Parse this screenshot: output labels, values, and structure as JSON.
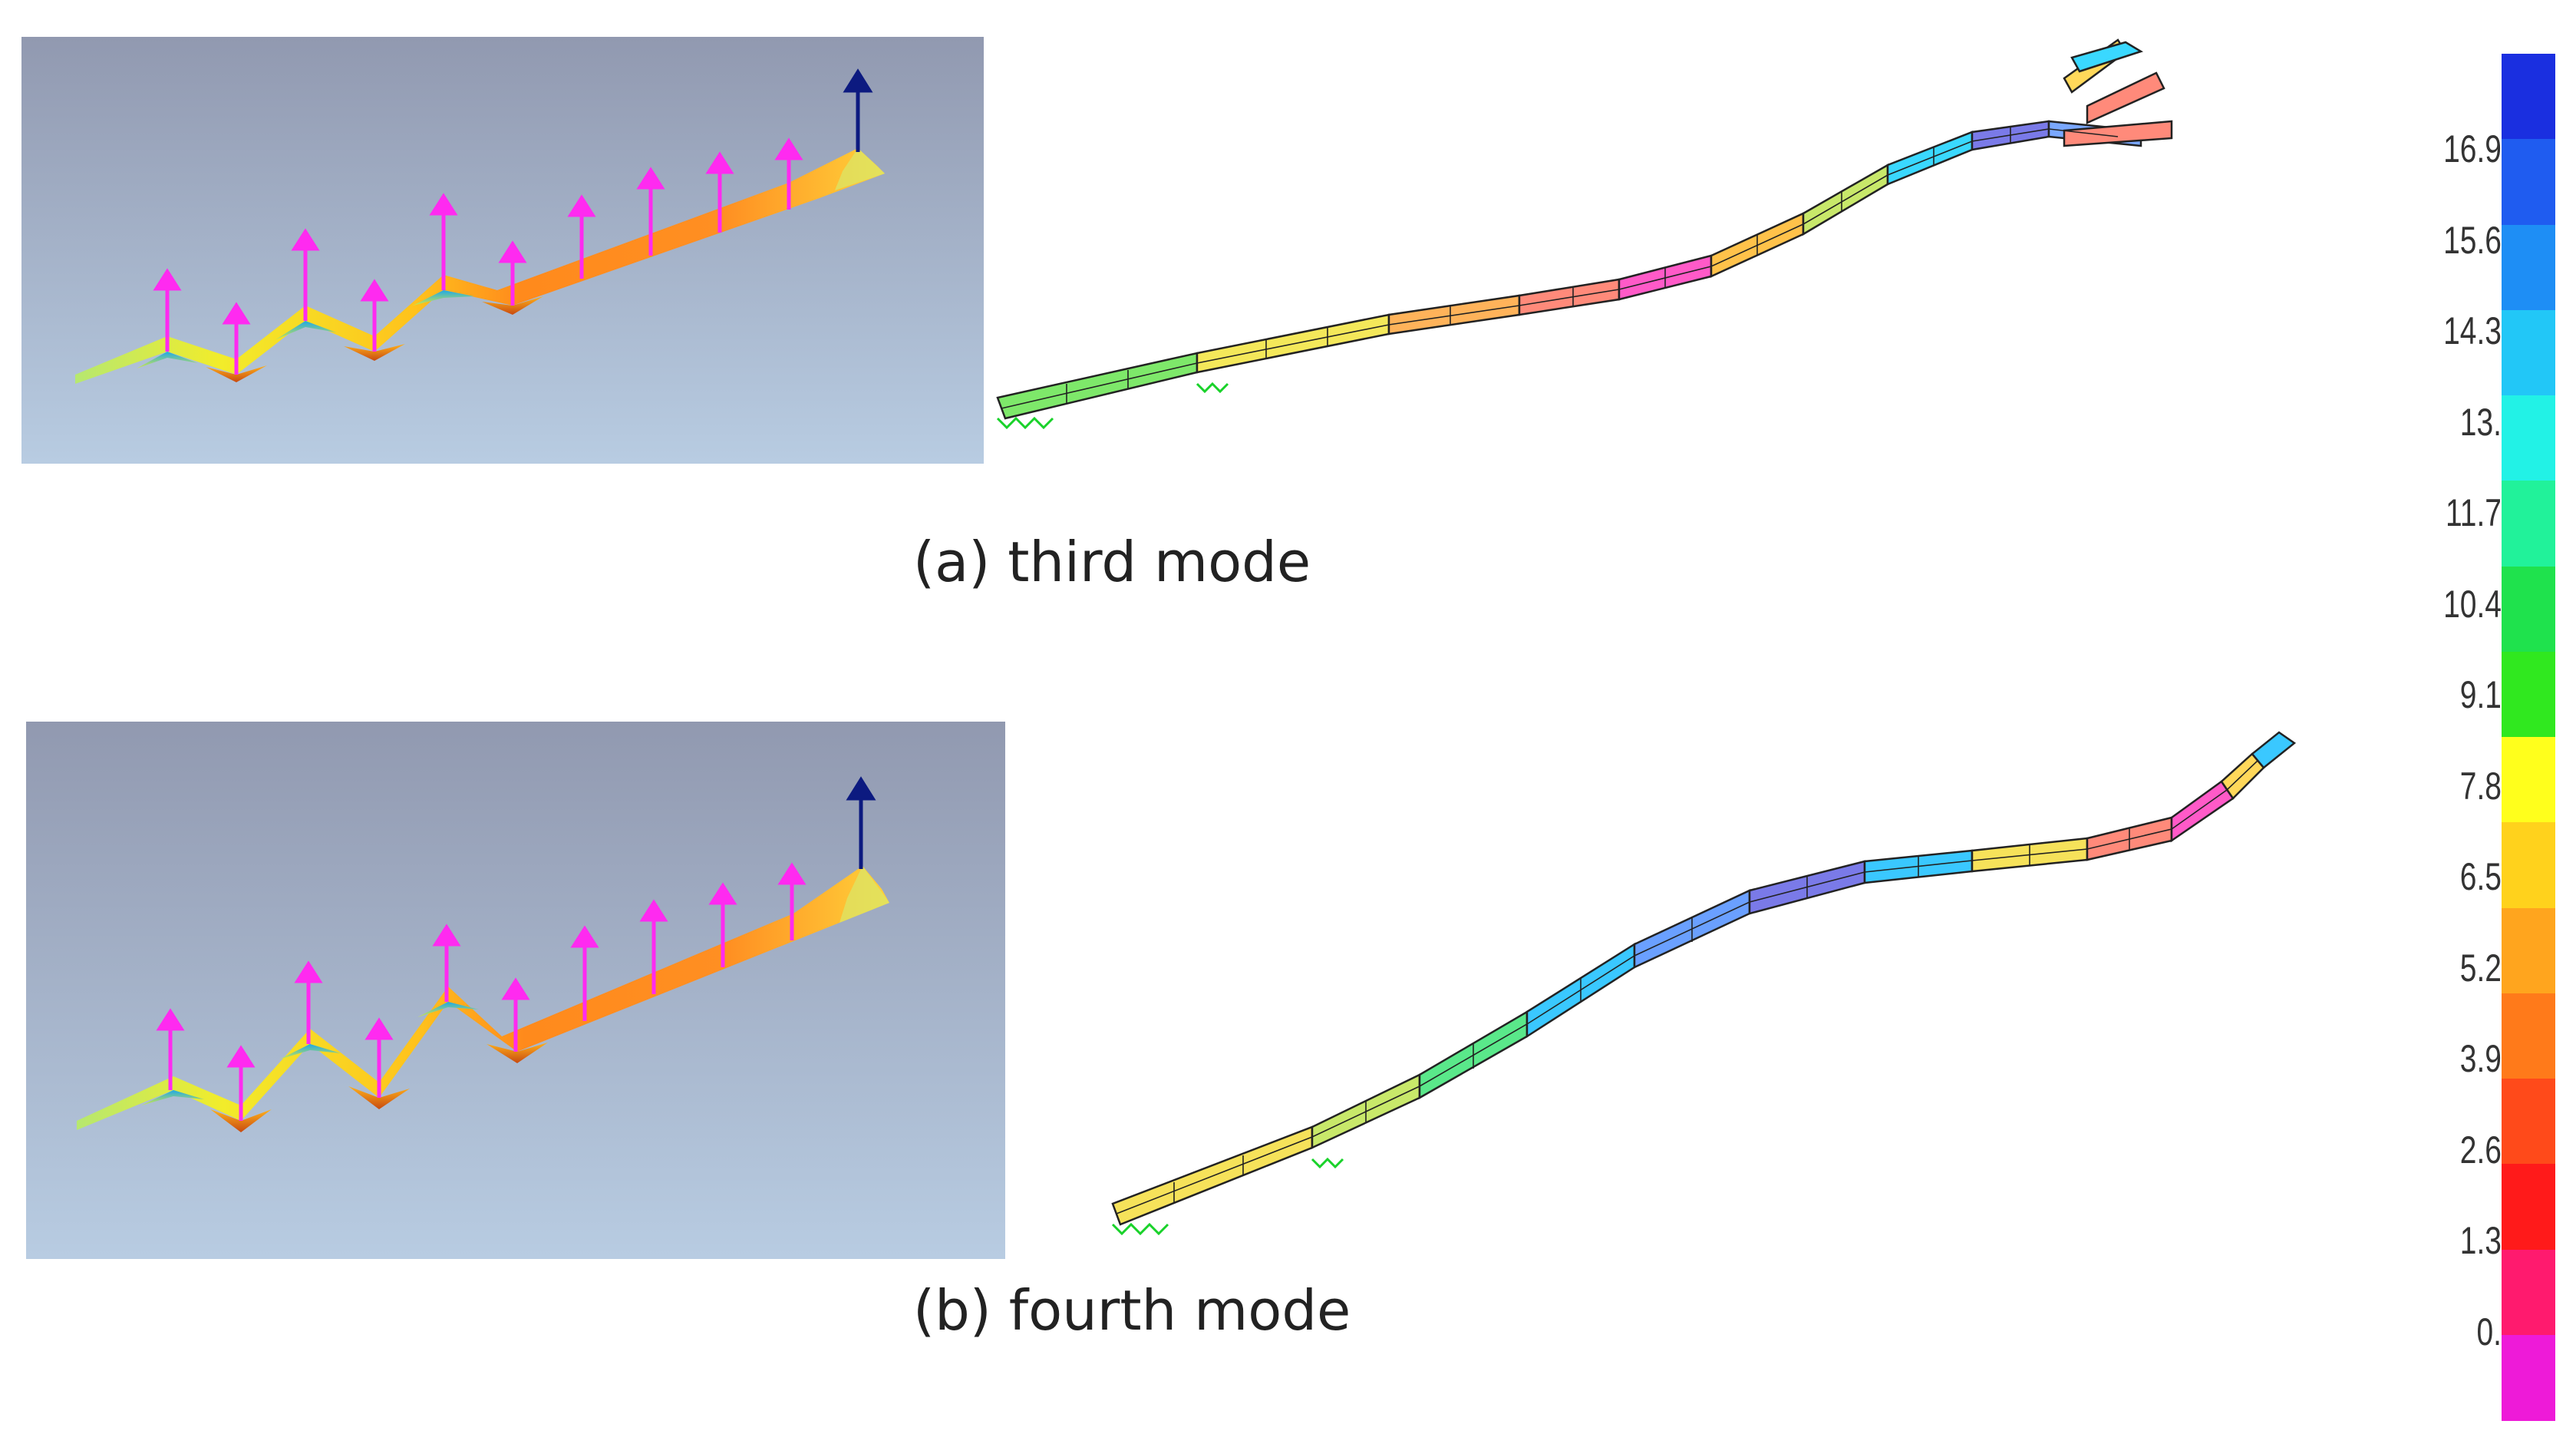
{
  "captions": {
    "third": "(a) third mode",
    "fourth": "(b) fourth mode"
  },
  "colorbar": {
    "ticks": [
      "16.9",
      "15.6",
      "14.3",
      "13.",
      "11.7",
      "10.4",
      "9.1",
      "7.8",
      "6.5",
      "5.2",
      "3.9",
      "2.6",
      "1.3",
      "0."
    ],
    "segments": [
      "#1a2fe0",
      "#1f5cf0",
      "#1e8ef5",
      "#22c7f7",
      "#22f2e6",
      "#21f29a",
      "#1fe24d",
      "#30e81f",
      "#ffff1c",
      "#ffd21c",
      "#ffa51e",
      "#ff7a1a",
      "#ff4a1a",
      "#ff1a1a",
      "#ff1a6e",
      "#ee1ad8"
    ]
  },
  "colors": {
    "panel_top": "#9199b0",
    "panel_bottom": "#b6cae0",
    "load_arrow": "#ff2af0",
    "end_arrow": "#0c1a80",
    "support": "#19d22a"
  }
}
